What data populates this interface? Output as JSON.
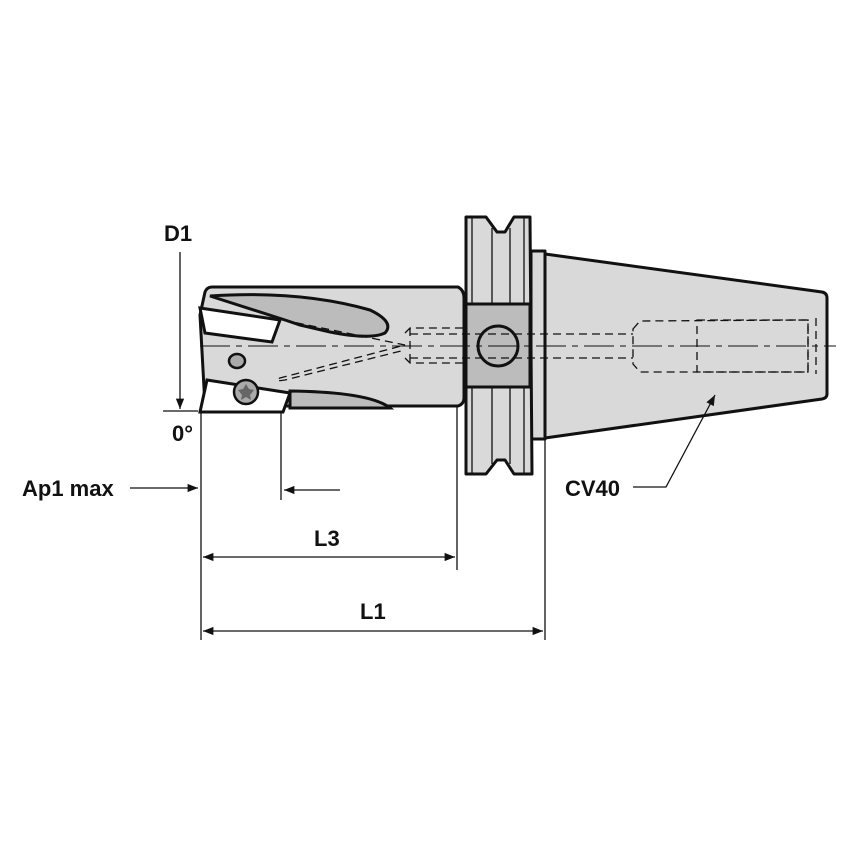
{
  "labels": {
    "d1": "D1",
    "angle": "0°",
    "ap1max": "Ap1 max",
    "l3": "L3",
    "l1": "L1",
    "cv40": "CV40"
  },
  "colors": {
    "fill": "#d9d9d9",
    "fill_dark": "#bcbcbc",
    "line": "#111111"
  }
}
